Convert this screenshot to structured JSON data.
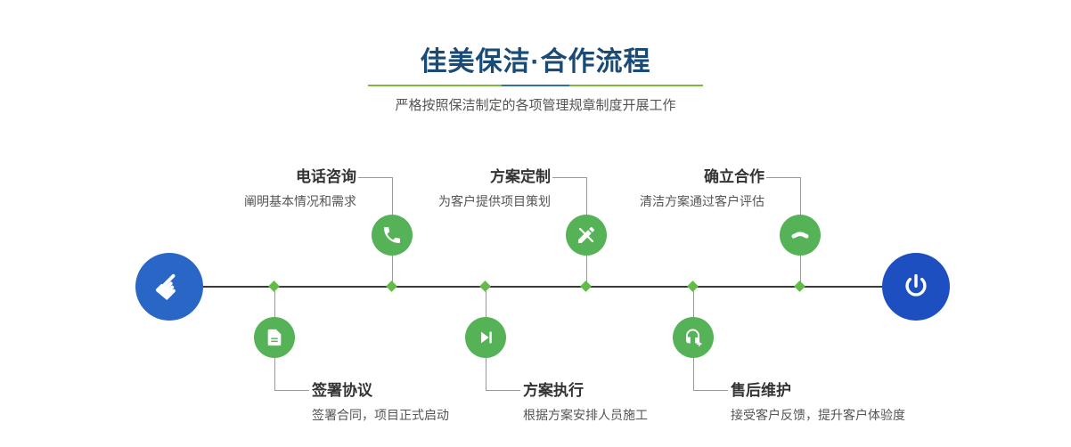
{
  "header": {
    "title": "佳美保洁·合作流程",
    "subtitle": "严格按照保洁制定的各项管理规章制度开展工作"
  },
  "timeline": {
    "steps_top": [
      {
        "title": "电话咨询",
        "desc": "阐明基本情况和需求",
        "icon": "phone-icon"
      },
      {
        "title": "方案定制",
        "desc": "为客户提供项目策划",
        "icon": "design-tools-icon"
      },
      {
        "title": "确立合作",
        "desc": "清洁方案通过客户评估",
        "icon": "handshake-icon"
      }
    ],
    "steps_bottom": [
      {
        "title": "签署协议",
        "desc": "签署合同，项目正式启动",
        "icon": "contract-icon"
      },
      {
        "title": "方案执行",
        "desc": "根据方案安排人员施工",
        "icon": "play-icon"
      },
      {
        "title": "售后维护",
        "desc": "接受客户反馈，提升客户体验度",
        "icon": "headset-icon"
      }
    ],
    "start_icon": "pointing-hand-icon",
    "start_glyph": "☛",
    "end_icon": "power-icon",
    "colors": {
      "step_green": "#55b257",
      "node_blue_start": "#2a66c5",
      "node_blue_end": "#1d4fc0",
      "line": "#3a3a3a",
      "title_blue": "#1a4a76",
      "divider_green": "#7cb93e",
      "divider_blue": "#33719f"
    }
  }
}
